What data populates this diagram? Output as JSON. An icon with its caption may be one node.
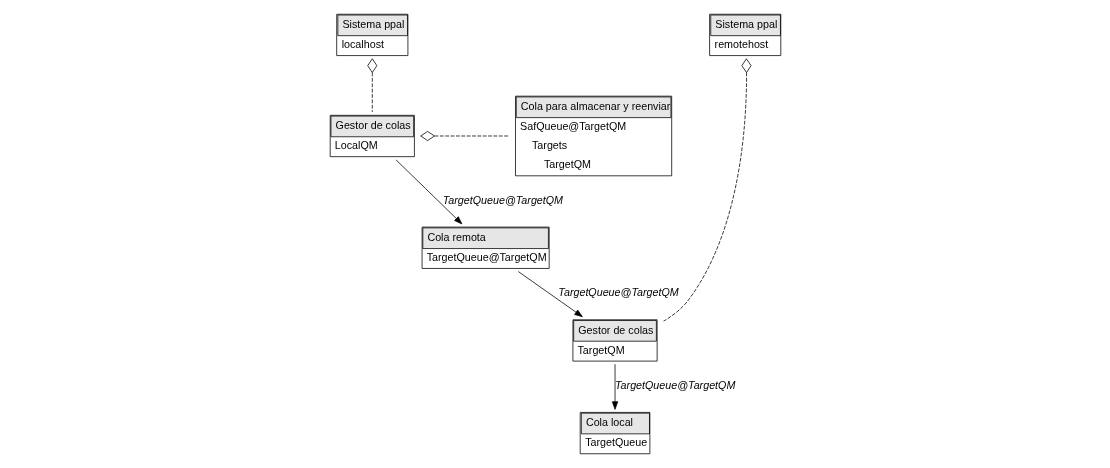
{
  "diagram": {
    "nodes": [
      {
        "text": [
          "Sistema ppal",
          "localhost"
        ]
      },
      {
        "text": [
          "Gestor de colas",
          "LocalQM"
        ]
      },
      {
        "text": [
          "Cola para almacenar y reenviar",
          "SafQueue@TargetQM",
          "Targets",
          "TargetQM"
        ]
      },
      {
        "text": [
          "Sistema ppal",
          "remotehost"
        ]
      },
      {
        "text": [
          "Gestor de colas",
          "TargetQM"
        ]
      },
      {
        "text": [
          "Cola remota",
          "TargetQueue@TargetQM"
        ]
      },
      {
        "text": [
          "Cola local",
          "TargetQueue"
        ]
      }
    ],
    "edges": [
      {
        "from": 0,
        "to": 1,
        "arrow": "other",
        "style": "dashed"
      },
      {
        "from": 1,
        "to": 2,
        "arrow": "other",
        "style": "dashed"
      },
      {
        "from": 3,
        "to": 4,
        "arrow": "other",
        "style": "dashed"
      },
      {
        "from": 1,
        "to": 5,
        "arrow": "to",
        "label": "TargetQueue@TargetQM"
      },
      {
        "from": 5,
        "to": 4,
        "arrow": "to",
        "label": "TargetQueue@TargetQM"
      },
      {
        "from": 4,
        "to": 6,
        "arrow": "to",
        "label": "TargetQueue@TargetQM"
      }
    ]
  }
}
